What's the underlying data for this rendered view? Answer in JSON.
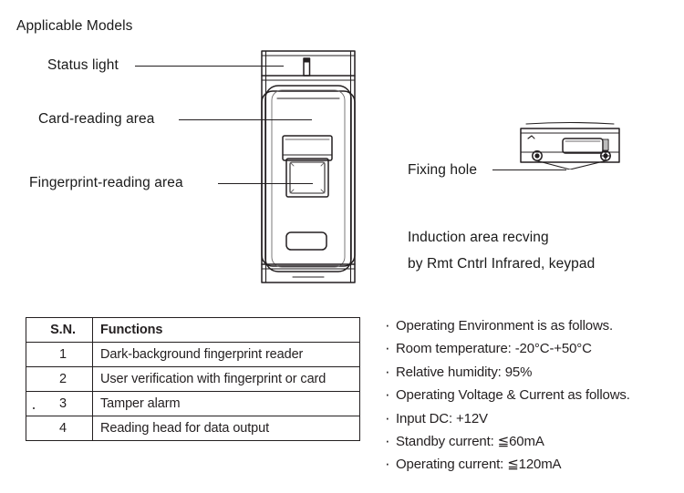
{
  "title": "Applicable Models",
  "callouts": [
    {
      "id": "status-light",
      "label": "Status light"
    },
    {
      "id": "card-reading-area",
      "label": "Card-reading area"
    },
    {
      "id": "fingerprint-area",
      "label": "Fingerprint-reading area"
    },
    {
      "id": "fixing-hole",
      "label": "Fixing hole"
    }
  ],
  "notes": {
    "line1": "Induction area recving",
    "line2": "by Rmt Cntrl Infrared, keypad"
  },
  "table": {
    "headers": [
      "S.N.",
      "Functions"
    ],
    "rows": [
      {
        "sn": "1",
        "function": "Dark-background fingerprint reader"
      },
      {
        "sn": "2",
        "function": "User verification with fingerprint or card"
      },
      {
        "sn": "3",
        "function": "Tamper alarm"
      },
      {
        "sn": "4",
        "function": "Reading head for data output"
      }
    ]
  },
  "specs": [
    "Operating Environment is as follows.",
    "Room temperature: -20°C-+50°C",
    "Relative humidity: 95%",
    "Operating Voltage & Current as follows.",
    "Input DC: +12V",
    "Standby current: ≦60mA",
    "Operating current: ≦120mA"
  ],
  "colors": {
    "ink": "#231f20",
    "background": "#ffffff",
    "hairline": "#6d6a6b"
  }
}
